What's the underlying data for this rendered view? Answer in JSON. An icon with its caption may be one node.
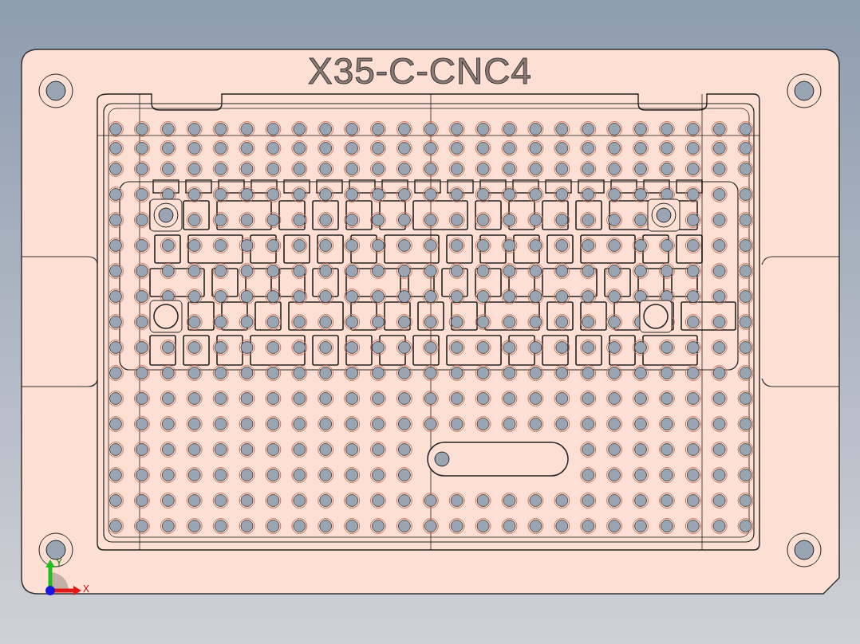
{
  "diagram": {
    "labels": [
      "X35-C-CNC4",
      "Y",
      "X"
    ]
  }
}
